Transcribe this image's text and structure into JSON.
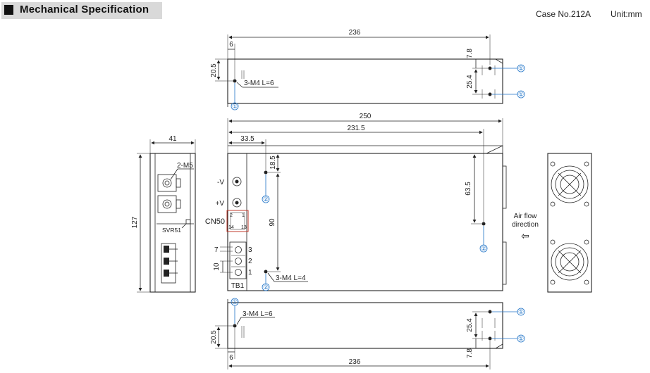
{
  "header": {
    "title": "Mechanical Specification",
    "case_no": "Case No.212A",
    "unit": "Unit:mm"
  },
  "top_view": {
    "dim_length": "236",
    "dim_offset": "6",
    "dim_height": "20.5",
    "dim_edge": "7.8",
    "dim_pitch": "25.4",
    "screw_note": "3-M4 L=6",
    "marker": "①"
  },
  "front_view": {
    "dim_overall": "250",
    "dim_holes": "231.5",
    "dim_left": "33.5",
    "dim_top": "18.5",
    "dim_vertical": "90",
    "dim_right": "63.5",
    "screw_note": "3-M4 L=4",
    "marker": "②",
    "label_minus_v": "-V",
    "label_plus_v": "+V",
    "connector": "CN50",
    "terminal_block": "TB1",
    "pin_labels": [
      "3",
      "2",
      "1"
    ],
    "pitch_7": "7",
    "pitch_10": "10",
    "cn_pins_top": "2",
    "cn_pins_top_right": "1",
    "cn_pins_bottom": "14",
    "cn_pins_bottom_right": "13"
  },
  "side_view": {
    "dim_width": "41",
    "dim_height": "127",
    "screw_note": "2-M5",
    "trimmer": "SVR51"
  },
  "airflow": {
    "line1": "Air flow",
    "line2": "direction",
    "arrow": "⇦"
  },
  "bottom_view": {
    "dim_length": "236",
    "dim_offset": "6",
    "dim_height": "20.5",
    "dim_edge": "7.8",
    "dim_pitch": "25.4",
    "screw_note": "3-M4 L=6",
    "marker": "①"
  }
}
